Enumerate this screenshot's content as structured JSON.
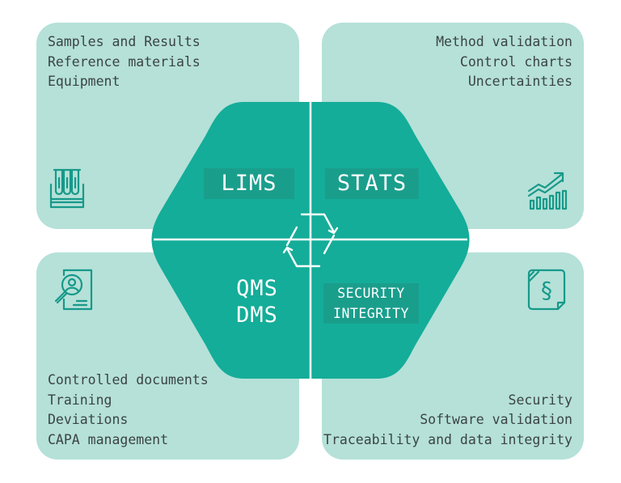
{
  "colors": {
    "panel": "#b5e1d8",
    "hexagon": "#14ad99",
    "label_box": "#1a9e8c",
    "divider": "#ffffff",
    "text": "#3c4443",
    "icon": "#17998a"
  },
  "panels": {
    "top_left": {
      "items": [
        "Samples and Results",
        "Reference materials",
        "Equipment"
      ],
      "icon": "test-tubes-icon"
    },
    "top_right": {
      "items": [
        "Method validation",
        "Control charts",
        "Uncertainties"
      ],
      "icon": "growth-chart-icon"
    },
    "bottom_left": {
      "items": [
        "Controlled documents",
        "Training",
        "Deviations",
        "CAPA management"
      ],
      "icon": "document-search-icon"
    },
    "bottom_right": {
      "items": [
        "Security",
        "Software validation",
        "Traceability and data integrity"
      ],
      "icon": "legal-paragraph-icon"
    }
  },
  "hexagon": {
    "lims": "LIMS",
    "stats": "STATS",
    "qms": [
      "QMS",
      "DMS"
    ],
    "security": [
      "SECURITY",
      "INTEGRITY"
    ],
    "center_icon": "cycle-arrows-icon"
  }
}
